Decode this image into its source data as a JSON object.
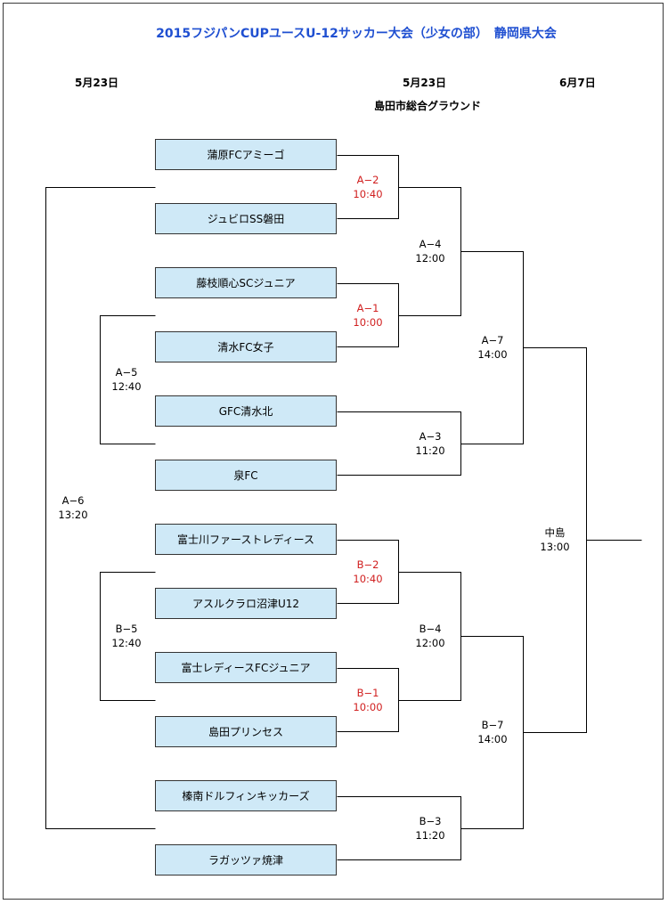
{
  "title": "2015フジパンCUPユースU-12サッカー大会（少女の部）　静岡県大会",
  "dates": {
    "left": "5月23日",
    "mid": "5月23日",
    "right": "6月7日"
  },
  "venue": "島田市総合グラウンド",
  "teams": [
    "蒲原FCアミーゴ",
    "ジュビロSS磐田",
    "藤枝順心SCジュニア",
    "清水FC女子",
    "GFC清水北",
    "泉FC",
    "富士川ファーストレディース",
    "アスルクラロ沼津U12",
    "富士レディースFCジュニア",
    "島田プリンセス",
    "榛南ドルフィンキッカーズ",
    "ラガッツァ焼津"
  ],
  "matches": {
    "a2": {
      "id": "A−2",
      "time": "10:40"
    },
    "a1": {
      "id": "A−1",
      "time": "10:00"
    },
    "a4": {
      "id": "A−4",
      "time": "12:00"
    },
    "a3": {
      "id": "A−3",
      "time": "11:20"
    },
    "a5": {
      "id": "A−5",
      "time": "12:40"
    },
    "a6": {
      "id": "A−6",
      "time": "13:20"
    },
    "a7": {
      "id": "A−7",
      "time": "14:00"
    },
    "b2": {
      "id": "B−2",
      "time": "10:40"
    },
    "b1": {
      "id": "B−1",
      "time": "10:00"
    },
    "b4": {
      "id": "B−4",
      "time": "12:00"
    },
    "b3": {
      "id": "B−3",
      "time": "11:20"
    },
    "b5": {
      "id": "B−5",
      "time": "12:40"
    },
    "b7": {
      "id": "B−7",
      "time": "14:00"
    },
    "final": {
      "id": "中島",
      "time": "13:00"
    }
  },
  "colors": {
    "title": "#1f4fd1",
    "team_box_fill": "#cfe9f7",
    "early_match_text": "#d12020",
    "line": "#000000"
  }
}
